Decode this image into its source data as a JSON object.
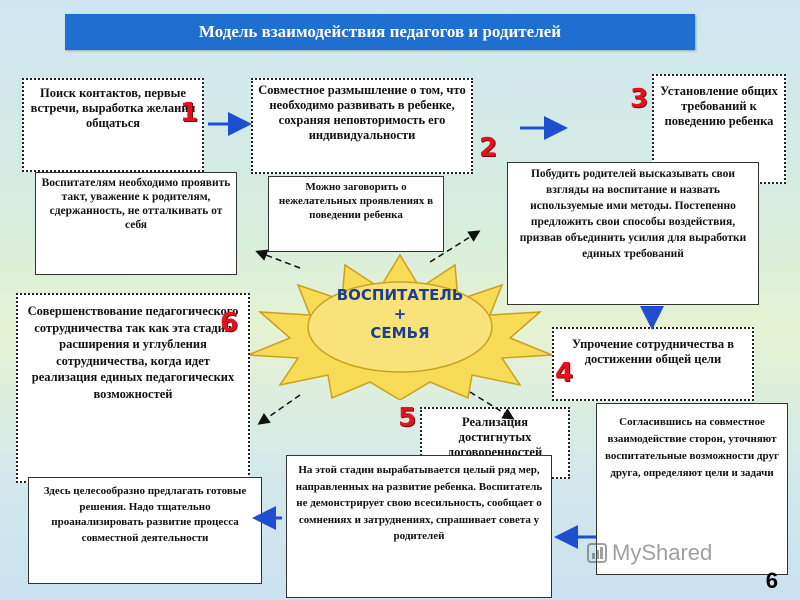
{
  "title": "Модель взаимодействия педагогов и родителей",
  "center": {
    "line1": "ВОСПИТАТЕЛЬ",
    "line2": "+",
    "line3": "СЕМЬЯ"
  },
  "numbers": [
    "1",
    "2",
    "3",
    "4",
    "5",
    "6"
  ],
  "steps": {
    "s1": "Поиск контактов, первые встречи, выработка желания общаться",
    "s1_note": "Воспитателям необходимо проявить такт, уважение к родителям, сдержанность, не отталкивать от себя",
    "s2": "Совместное размышление о том, что необходимо развивать в ребенке, сохраняя неповторимость его индивидуальности",
    "s2_note": "Можно заговорить о нежелательных проявлениях в поведении ребенка",
    "s3": "Установление общих требований к поведению ребенка",
    "s3_note": "Побудить родителей высказывать свои взгляды на воспитание и назвать используемые ими методы. Постепенно предложить свои способы воздействия, призвав объединить усилия для выработки единых требований",
    "s4": "Упрочение сотрудничества в достижении общей цели",
    "s4_note": "Согласившись на совместное взаимодействие сторон, уточняют воспитательные возможности друг друга, определяют цели и задачи",
    "s5": "Реализация достигнутых договоренностей",
    "s5_note": "На этой стадии вырабатывается целый ряд мер, направленных на развитие ребенка. Воспитатель не демонстрирует свою всесильность, сообщает о сомнениях и затруднениях, спрашивает совета у родителей",
    "s6": "Совершенствование педагогического сотрудничества так как эта стадия расширения и углубления сотрудничества, когда идет реализация единых педагогических возможностей",
    "s6_note": "Здесь целесообразно предлагать готовые решения. Надо тщательно проанализировать развитие процесса совместной деятельности"
  },
  "watermark": "MyShared",
  "page_number": "6",
  "colors": {
    "title_bg": "#1f6fd0",
    "number": "#e0141e",
    "sun": "#f5d547",
    "center_text": "#1b3f8f",
    "arrow": "#1f4fd0"
  }
}
